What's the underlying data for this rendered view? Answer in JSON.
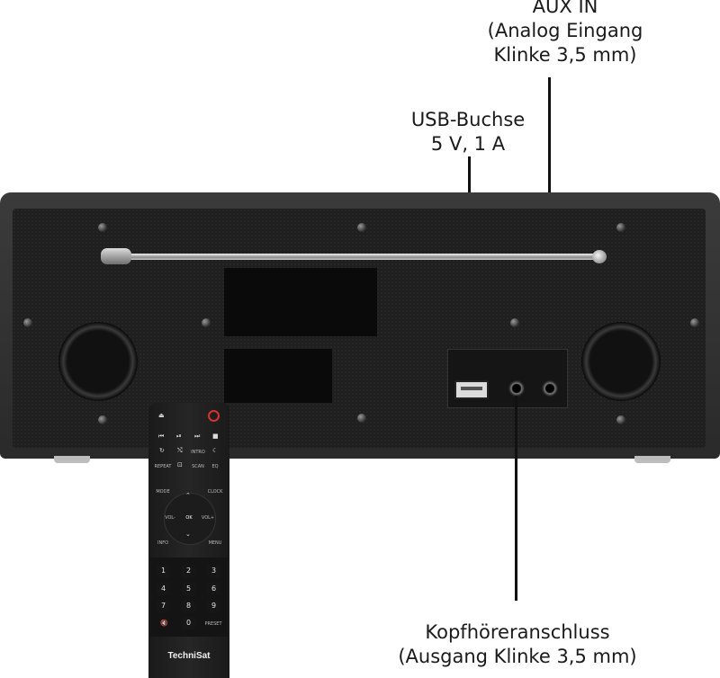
{
  "callouts": {
    "aux": {
      "line1": "AUX IN",
      "line2": "(Analog Eingang",
      "line3": "Klinke 3,5 mm)"
    },
    "usb": {
      "line1": "USB-Buchse",
      "line2": "5 V, 1 A"
    },
    "headphone": {
      "line1": "Kopfhöreranschluss",
      "line2": "(Ausgang Klinke 3,5 mm)"
    }
  },
  "device": {
    "ports": [
      "usb-port",
      "headphone-jack",
      "aux-in-jack"
    ]
  },
  "remote": {
    "brand": "TechniSat",
    "row_labels": [
      "MODE",
      "CLOCK",
      "INFO",
      "MENU",
      "REPEAT",
      "SCAN",
      "EQ",
      "INTRO",
      "PRESET",
      "OK",
      "VOL-",
      "VOL+"
    ],
    "numbers": [
      "1",
      "2",
      "3",
      "4",
      "5",
      "6",
      "7",
      "8",
      "9",
      "0"
    ]
  }
}
